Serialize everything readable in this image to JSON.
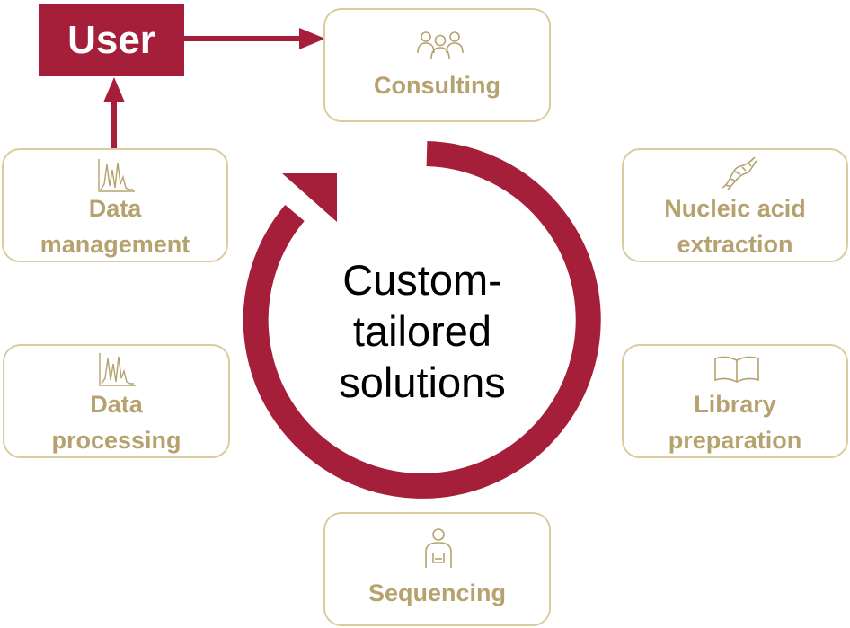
{
  "user": {
    "label": "User"
  },
  "center": {
    "label": "Custom-\ntailored\nsolutions"
  },
  "steps": {
    "consulting": {
      "label": "Consulting",
      "icon": "people-icon"
    },
    "nucleic_acid": {
      "label": "Nucleic acid\nextraction",
      "icon": "dna-icon"
    },
    "library": {
      "label": "Library\npreparation",
      "icon": "book-icon"
    },
    "sequencing": {
      "label": "Sequencing",
      "icon": "technician-icon"
    },
    "data_processing": {
      "label": "Data\nprocessing",
      "icon": "chromatogram-icon"
    },
    "data_management": {
      "label": "Data\nmanagement",
      "icon": "chromatogram-icon"
    }
  },
  "colors": {
    "accent": "#a51e3a",
    "gold": "#b5a26e",
    "box_border": "#d9cc9e"
  }
}
